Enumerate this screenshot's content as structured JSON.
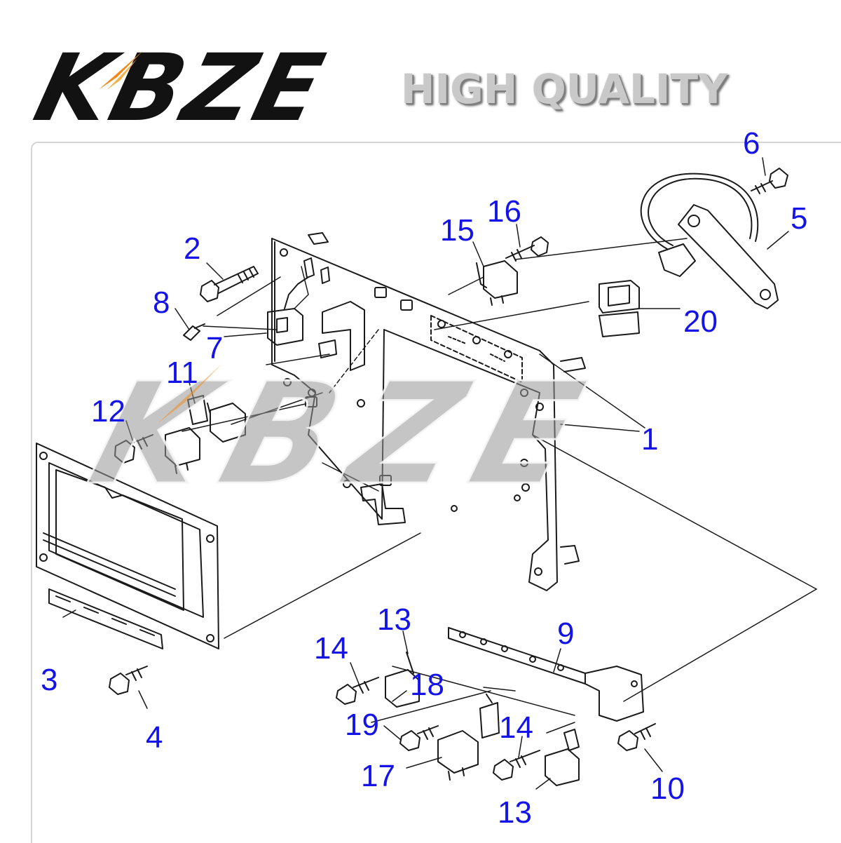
{
  "header": {
    "brand": "KBZE",
    "tagline": "HIGH QUALITY"
  },
  "watermark": {
    "text": "KBZE"
  },
  "colors": {
    "callout": "#1414e8",
    "line": "#1a1a1a",
    "brand_accent": "#f08a1c",
    "tagline": "#c9c9c9"
  },
  "callouts": [
    {
      "id": "c1",
      "text": "1"
    },
    {
      "id": "c2",
      "text": "2"
    },
    {
      "id": "c3",
      "text": "3"
    },
    {
      "id": "c4",
      "text": "4"
    },
    {
      "id": "c5",
      "text": "5"
    },
    {
      "id": "c6",
      "text": "6"
    },
    {
      "id": "c7",
      "text": "7"
    },
    {
      "id": "c8",
      "text": "8"
    },
    {
      "id": "c9",
      "text": "9"
    },
    {
      "id": "c10",
      "text": "10"
    },
    {
      "id": "c11",
      "text": "11"
    },
    {
      "id": "c12",
      "text": "12"
    },
    {
      "id": "c13a",
      "text": "13"
    },
    {
      "id": "c13b",
      "text": "13"
    },
    {
      "id": "c14a",
      "text": "14"
    },
    {
      "id": "c14b",
      "text": "14"
    },
    {
      "id": "c15",
      "text": "15"
    },
    {
      "id": "c16",
      "text": "16"
    },
    {
      "id": "c17",
      "text": "17"
    },
    {
      "id": "c18",
      "text": "18"
    },
    {
      "id": "c19",
      "text": "19"
    },
    {
      "id": "c20",
      "text": "20"
    }
  ]
}
